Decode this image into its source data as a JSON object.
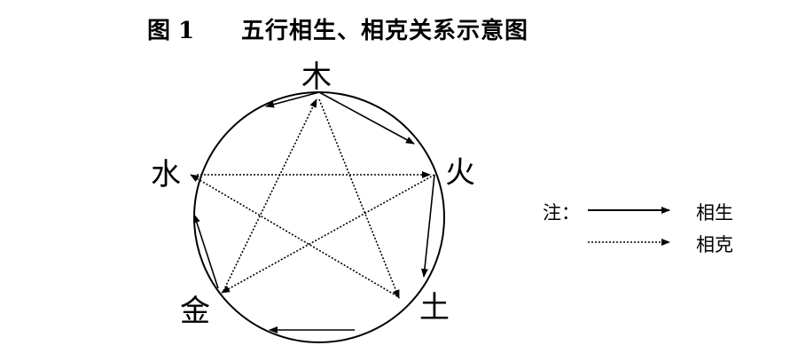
{
  "title": {
    "number": "图 1",
    "text": "五行相生、相克关系示意图"
  },
  "elements": {
    "wood": "木",
    "fire": "火",
    "earth": "土",
    "metal": "金",
    "water": "水"
  },
  "legend": {
    "note": "注：",
    "generating": "相生",
    "overcoming": "相克"
  },
  "colors": {
    "ink": "#000000",
    "background": "#ffffff"
  }
}
